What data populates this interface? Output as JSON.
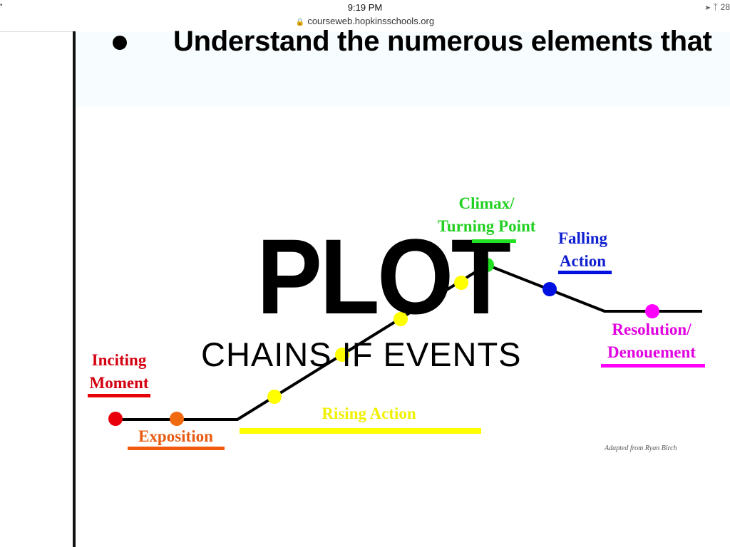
{
  "status_bar": {
    "time": "9:19 PM",
    "url": "courseweb.hopkinsschools.org",
    "battery": "28",
    "icons": [
      "lock-icon",
      "location-icon",
      "bluetooth-icon"
    ]
  },
  "slide": {
    "heading": "Understand the numerous elements that",
    "plot_title": "PLOT",
    "subtitle": "CHAINS IF EVENTS",
    "credit": "Adapted from Ryan Birch",
    "labels": {
      "inciting": [
        "Inciting",
        "Moment"
      ],
      "exposition": "Exposition",
      "rising": "Rising Action",
      "climax": [
        "Climax/",
        "Turning Point"
      ],
      "falling": [
        "Falling",
        "Action"
      ],
      "resolution": [
        "Resolution/",
        "Denouement"
      ]
    },
    "colors": {
      "inciting": "#e8000b",
      "exposition": "#f26a10",
      "rising": "#ffff00",
      "climax": "#22e022",
      "falling": "#0010e0",
      "resolution": "#ff00ff"
    }
  }
}
